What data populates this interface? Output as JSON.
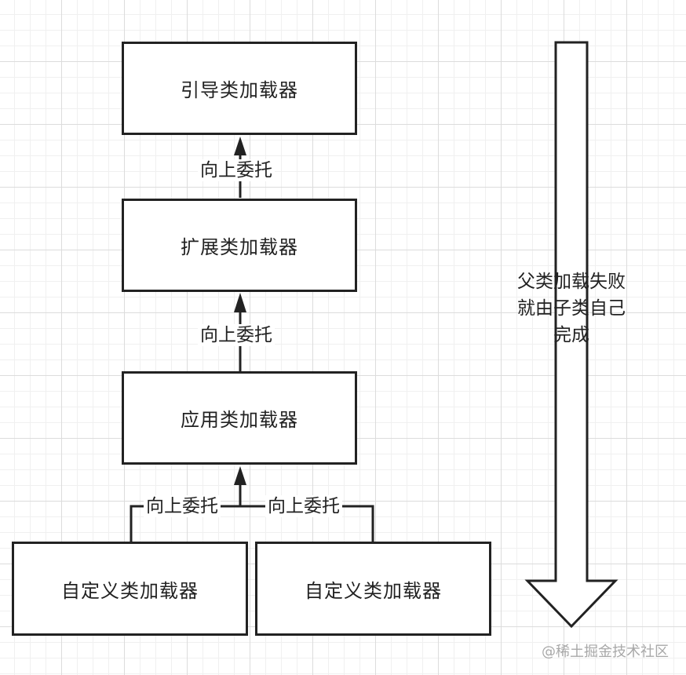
{
  "nodes": {
    "bootstrap": "引导类加载器",
    "extension": "扩展类加载器",
    "application": "应用类加载器",
    "custom_left": "自定义类加载器",
    "custom_right": "自定义类加载器"
  },
  "edges": {
    "ext_to_boot": "向上委托",
    "app_to_ext": "向上委托",
    "custom_left_to_app": "向上委托",
    "custom_right_to_app": "向上委托"
  },
  "side_note": "父类加载失败\n就由子类自己\n完成",
  "watermark": "@稀土掘金技术社区",
  "colors": {
    "stroke": "#222222",
    "grid": "#dcdcdc",
    "background": "#ffffff"
  }
}
